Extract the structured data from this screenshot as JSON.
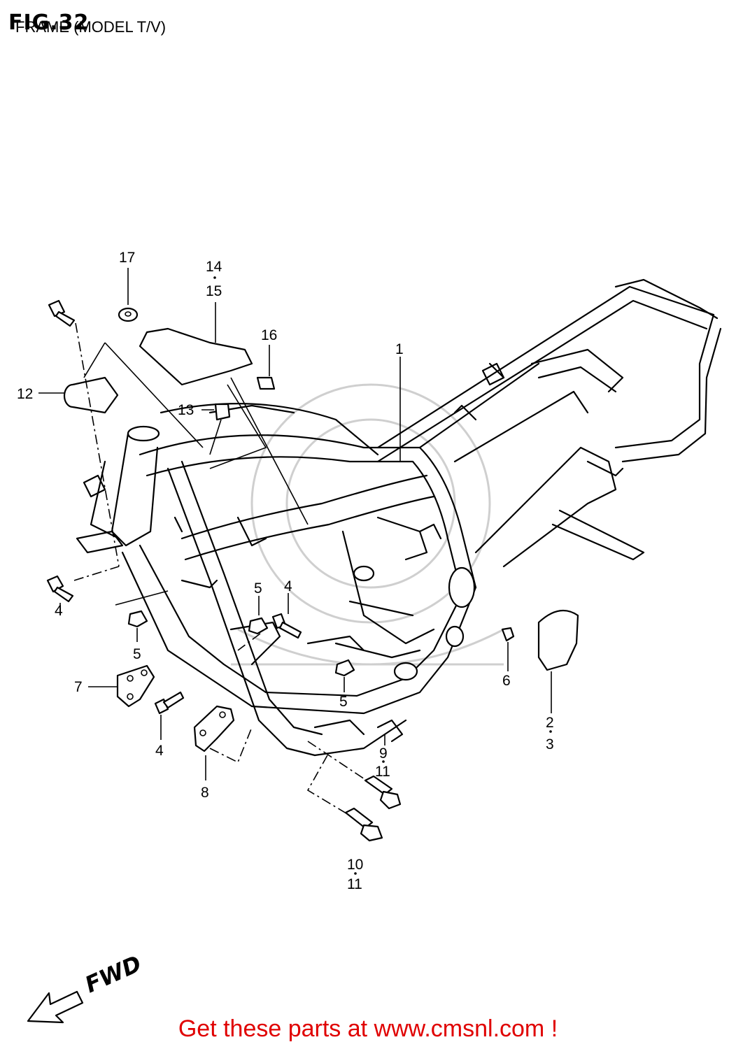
{
  "header": {
    "fig_label": "FIG.32",
    "title": "FRAME (MODEL T/V)"
  },
  "callouts": {
    "c1": "1",
    "c2": "2",
    "c3": "3",
    "c4a": "4",
    "c4b": "4",
    "c4c": "4",
    "c5a": "5",
    "c5b": "5",
    "c5c": "5",
    "c6": "6",
    "c7": "7",
    "c8": "8",
    "c9": "9",
    "c10": "10",
    "c11a": "11",
    "c11b": "11",
    "c12": "12",
    "c13": "13",
    "c14": "14",
    "c15": "15",
    "c16": "16",
    "c17": "17"
  },
  "direction": {
    "label": "FWD"
  },
  "footer": {
    "promo_text": "Get these parts at www.cmsnl.com !",
    "promo_color": "#e00000"
  }
}
